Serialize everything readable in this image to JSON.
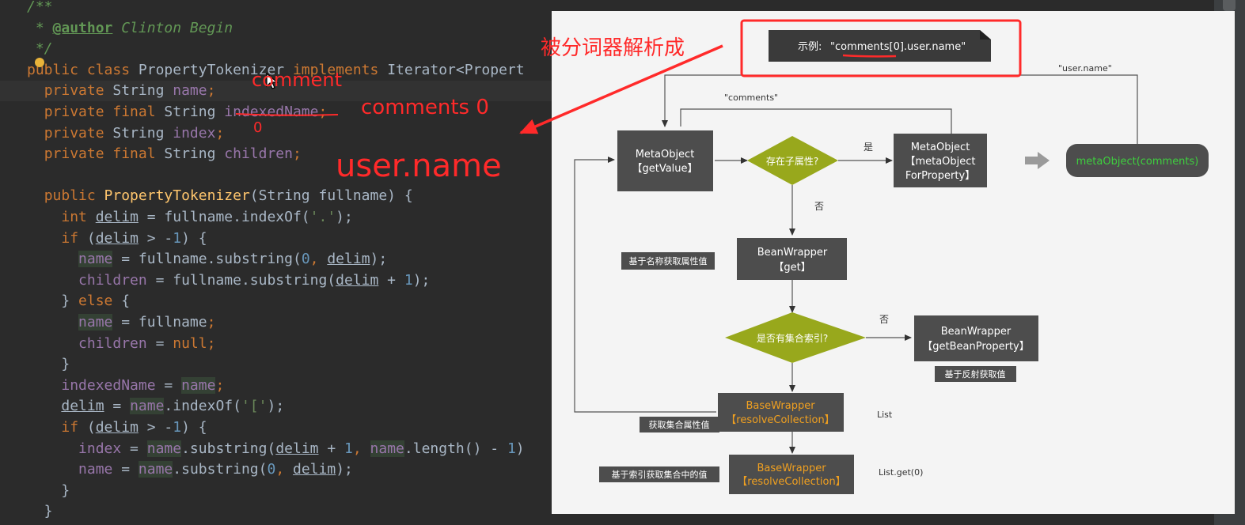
{
  "editor": {
    "lines": [
      {
        "t": [
          [
            "cm",
            "/**"
          ]
        ]
      },
      {
        "t": [
          [
            "cm",
            " * "
          ],
          [
            "tag",
            "@author"
          ],
          [
            "cm",
            " Clinton Begin"
          ]
        ]
      },
      {
        "t": [
          [
            "cm",
            " */"
          ]
        ]
      },
      {
        "t": [
          [
            "kw",
            "public class "
          ],
          [
            "",
            "PropertyTokenizer "
          ],
          [
            "kw",
            "implements "
          ],
          [
            "",
            "Iterator<Propert"
          ]
        ]
      },
      {
        "t": [
          [
            "",
            "  "
          ],
          [
            "kw",
            "private "
          ],
          [
            "",
            "String "
          ],
          [
            "fld",
            "name"
          ],
          [
            "kw",
            ";"
          ]
        ],
        "hl": true
      },
      {
        "t": [
          [
            "",
            "  "
          ],
          [
            "kw",
            "private final "
          ],
          [
            "",
            "String "
          ],
          [
            "fld",
            "indexedName"
          ],
          [
            "kw",
            ";"
          ]
        ]
      },
      {
        "t": [
          [
            "",
            "  "
          ],
          [
            "kw",
            "private "
          ],
          [
            "",
            "String "
          ],
          [
            "fld",
            "index"
          ],
          [
            "kw",
            ";"
          ]
        ]
      },
      {
        "t": [
          [
            "",
            "  "
          ],
          [
            "kw",
            "private final "
          ],
          [
            "",
            "String "
          ],
          [
            "fld",
            "children"
          ],
          [
            "kw",
            ";"
          ]
        ]
      },
      {
        "t": [
          [
            "",
            ""
          ]
        ]
      },
      {
        "t": [
          [
            "",
            "  "
          ],
          [
            "kw",
            "public "
          ],
          [
            "mth",
            "PropertyTokenizer"
          ],
          [
            "",
            "(String fullname) {"
          ]
        ]
      },
      {
        "t": [
          [
            "",
            "    "
          ],
          [
            "kw",
            "int "
          ],
          [
            "lv",
            "delim"
          ],
          [
            "",
            " = fullname.indexOf("
          ],
          [
            "str",
            "'.'"
          ],
          [
            "",
            ");"
          ]
        ]
      },
      {
        "t": [
          [
            "",
            "    "
          ],
          [
            "kw",
            "if "
          ],
          [
            "",
            "("
          ],
          [
            "lv",
            "delim"
          ],
          [
            "",
            " > -"
          ],
          [
            "num",
            "1"
          ],
          [
            "",
            ") {"
          ]
        ]
      },
      {
        "t": [
          [
            "",
            "      "
          ],
          [
            "fld mk",
            "name"
          ],
          [
            "",
            " = fullname.substring("
          ],
          [
            "num",
            "0"
          ],
          [
            "kw",
            ", "
          ],
          [
            "lv",
            "delim"
          ],
          [
            "",
            ");"
          ]
        ]
      },
      {
        "t": [
          [
            "",
            "      "
          ],
          [
            "fld",
            "children"
          ],
          [
            "",
            " = fullname.substring("
          ],
          [
            "lv",
            "delim"
          ],
          [
            "",
            " + "
          ],
          [
            "num",
            "1"
          ],
          [
            "",
            ");"
          ]
        ]
      },
      {
        "t": [
          [
            "",
            "    } "
          ],
          [
            "kw",
            "else "
          ],
          [
            "",
            "{"
          ]
        ]
      },
      {
        "t": [
          [
            "",
            "      "
          ],
          [
            "fld mk",
            "name"
          ],
          [
            "",
            " = fullname"
          ],
          [
            "kw",
            ";"
          ]
        ]
      },
      {
        "t": [
          [
            "",
            "      "
          ],
          [
            "fld",
            "children"
          ],
          [
            "",
            " = "
          ],
          [
            "kw",
            "null;"
          ]
        ]
      },
      {
        "t": [
          [
            "",
            "    }"
          ]
        ]
      },
      {
        "t": [
          [
            "",
            "    "
          ],
          [
            "fld",
            "indexedName"
          ],
          [
            "",
            " = "
          ],
          [
            "fld mk",
            "name"
          ],
          [
            "kw",
            ";"
          ]
        ]
      },
      {
        "t": [
          [
            "",
            "    "
          ],
          [
            "lv",
            "delim"
          ],
          [
            "",
            " = "
          ],
          [
            "fld mk",
            "name"
          ],
          [
            "",
            ".indexOf("
          ],
          [
            "str",
            "'['"
          ],
          [
            "",
            ");"
          ]
        ]
      },
      {
        "t": [
          [
            "",
            "    "
          ],
          [
            "kw",
            "if "
          ],
          [
            "",
            "("
          ],
          [
            "lv",
            "delim"
          ],
          [
            "",
            " > -"
          ],
          [
            "num",
            "1"
          ],
          [
            "",
            ") {"
          ]
        ]
      },
      {
        "t": [
          [
            "",
            "      "
          ],
          [
            "fld",
            "index"
          ],
          [
            "",
            " = "
          ],
          [
            "fld mk",
            "name"
          ],
          [
            "",
            ".substring("
          ],
          [
            "lv",
            "delim"
          ],
          [
            "",
            " + "
          ],
          [
            "num",
            "1"
          ],
          [
            "kw",
            ", "
          ],
          [
            "fld mk",
            "name"
          ],
          [
            "",
            ".length() - "
          ],
          [
            "num",
            "1"
          ],
          [
            "",
            ")"
          ]
        ]
      },
      {
        "t": [
          [
            "",
            "      "
          ],
          [
            "fld",
            "name"
          ],
          [
            "",
            " = "
          ],
          [
            "fld mk",
            "name"
          ],
          [
            "",
            ".substring("
          ],
          [
            "num",
            "0"
          ],
          [
            "kw",
            ", "
          ],
          [
            "lv",
            "delim"
          ],
          [
            "",
            ");"
          ]
        ]
      },
      {
        "t": [
          [
            "",
            "    }"
          ]
        ]
      },
      {
        "t": [
          [
            "",
            "  }"
          ]
        ]
      }
    ]
  },
  "annotations": {
    "comment": "comment",
    "comments0": "comments 0",
    "zero": "0",
    "username": "user.name",
    "parsed_into": "被分词器解析成"
  },
  "diagram": {
    "example_label": "示例:",
    "example_value": "\"comments[0].user.name\"",
    "loop_label_username": "\"user.name\"",
    "loop_label_comments": "\"comments\"",
    "metaobject_getvalue": [
      "MetaObject",
      "【getValue】"
    ],
    "has_child_property": "存在子属性?",
    "yes": "是",
    "no_1": "否",
    "no_2": "否",
    "metaobject_forproperty": [
      "MetaObject",
      "【metaObject",
      "ForProperty】"
    ],
    "metaobject_comments": "metaObject(comments)",
    "get_by_name_note": "基于名称获取属性值",
    "beanwrapper_get": [
      "BeanWrapper",
      "【get】"
    ],
    "has_collection_index": "是否有集合索引?",
    "beanwrapper_getbeanproperty": [
      "BeanWrapper",
      "【getBeanProperty】"
    ],
    "reflection_note": "基于反射获取值",
    "basewrapper_resolve_1": [
      "BaseWrapper",
      "【resolveCollection】"
    ],
    "list_label": "List",
    "get_collection_note": "获取集合属性值",
    "basewrapper_resolve_2": [
      "BaseWrapper",
      "【resolveCollection】"
    ],
    "list_get_label": "List.get(0)",
    "index_get_note": "基于索引获取集合中的值"
  },
  "colors": {
    "box_dark": "#4d4d4d",
    "diamond": "#98a81c",
    "accent_orange": "#f0a020",
    "green_text": "#3ecf3e",
    "annotation_red": "#ff2a2a"
  }
}
